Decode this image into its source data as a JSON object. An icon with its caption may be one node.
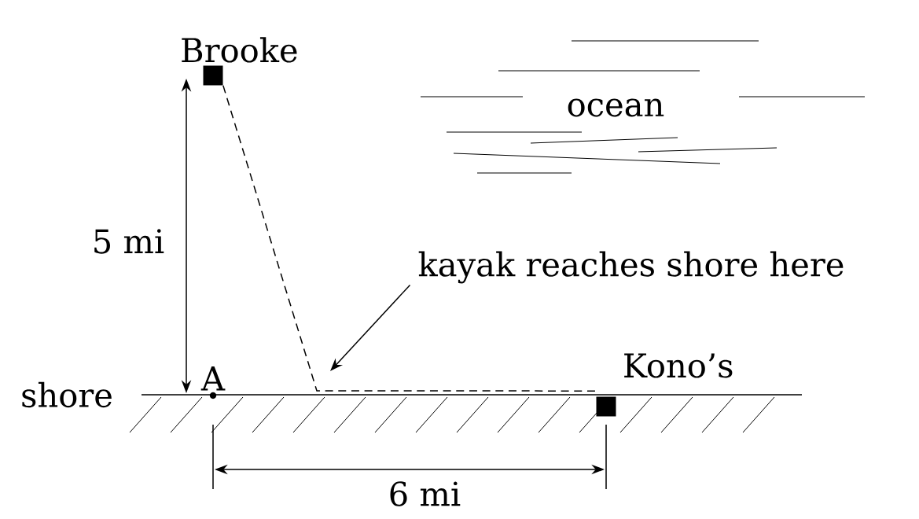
{
  "diagram": {
    "nodes": [
      {
        "text": [
          "Brooke"
        ]
      },
      {
        "text": [
          "Kono’s"
        ]
      },
      {
        "text": [
          "kayak reaches shore here"
        ]
      },
      {
        "text": [
          "A"
        ]
      }
    ],
    "edges": [
      {
        "from": 0,
        "to": 1,
        "arrow": "none",
        "style": "dashed"
      },
      {
        "from": 2,
        "to": null,
        "arrow": "to"
      }
    ],
    "labels": [
      "ocean",
      "shore",
      "5 mi",
      "6 mi"
    ]
  }
}
